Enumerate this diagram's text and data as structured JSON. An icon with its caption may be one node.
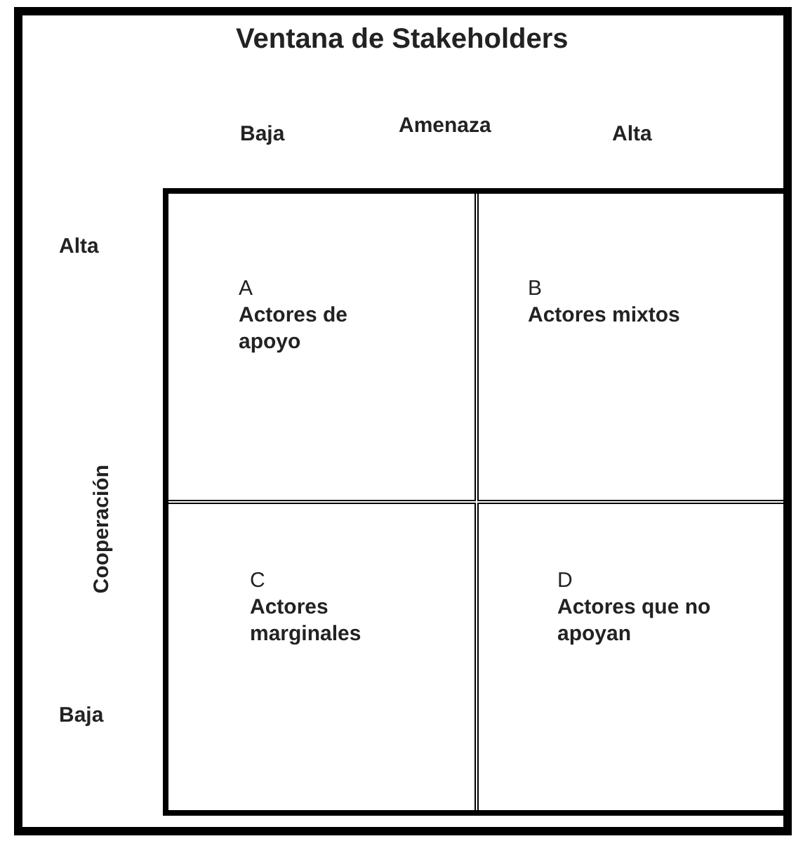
{
  "diagram": {
    "title": "Ventana de Stakeholders",
    "nodes": [
      {
        "text": [
          "A",
          "Actores de apoyo"
        ]
      },
      {
        "text": [
          "B",
          "Actores mixtos"
        ]
      },
      {
        "text": [
          "C",
          "Actores marginales"
        ]
      },
      {
        "text": [
          "D",
          "Actores que no apoyan"
        ]
      }
    ],
    "labels": [
      "Baja",
      "Amenaza",
      "Alta",
      "Alta",
      "Cooperación",
      "Baja"
    ]
  }
}
